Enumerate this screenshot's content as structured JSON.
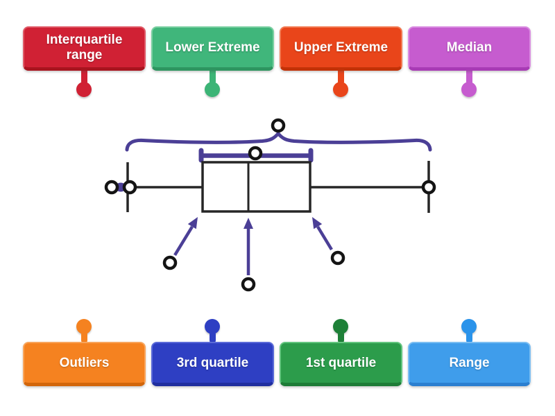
{
  "canvas": {
    "background": "#ffffff",
    "text_color": "#ffffff"
  },
  "labels": {
    "top": [
      {
        "text": "Interquartile range",
        "fill": "#d02134",
        "border_light": "#e05a67",
        "border_dark": "#a8141f",
        "pin": "#d02134"
      },
      {
        "text": "Lower Extreme",
        "fill": "#40b67b",
        "border_light": "#7bd0a2",
        "border_dark": "#2e9560",
        "pin": "#3cb476"
      },
      {
        "text": "Upper Extreme",
        "fill": "#e9451a",
        "border_light": "#f27a52",
        "border_dark": "#c23208",
        "pin": "#e9451a"
      },
      {
        "text": "Median",
        "fill": "#c65ccf",
        "border_light": "#da8ce1",
        "border_dark": "#a83bb5",
        "pin": "#c65ccf"
      }
    ],
    "bottom": [
      {
        "text": "Outliers",
        "fill": "#f58220",
        "border_light": "#f8a55c",
        "border_dark": "#d2660b",
        "pin": "#f58220"
      },
      {
        "text": "3rd quartile",
        "fill": "#2e3fc3",
        "border_light": "#5a6ad8",
        "border_dark": "#202e9f",
        "pin": "#2e3fc3"
      },
      {
        "text": "1st quartile",
        "fill": "#2c9c4b",
        "border_light": "#63c57f",
        "border_dark": "#1e7c37",
        "pin": "#1e8038"
      },
      {
        "text": "Range",
        "fill": "#3f9deb",
        "border_light": "#7bbef2",
        "border_dark": "#2b7fd0",
        "pin": "#2a93ea"
      }
    ]
  },
  "diagram": {
    "line_color": "#262626",
    "accent_color": "#4b3f96",
    "target_ring_color": "#141414",
    "target_fill_color": "#ffffff"
  }
}
